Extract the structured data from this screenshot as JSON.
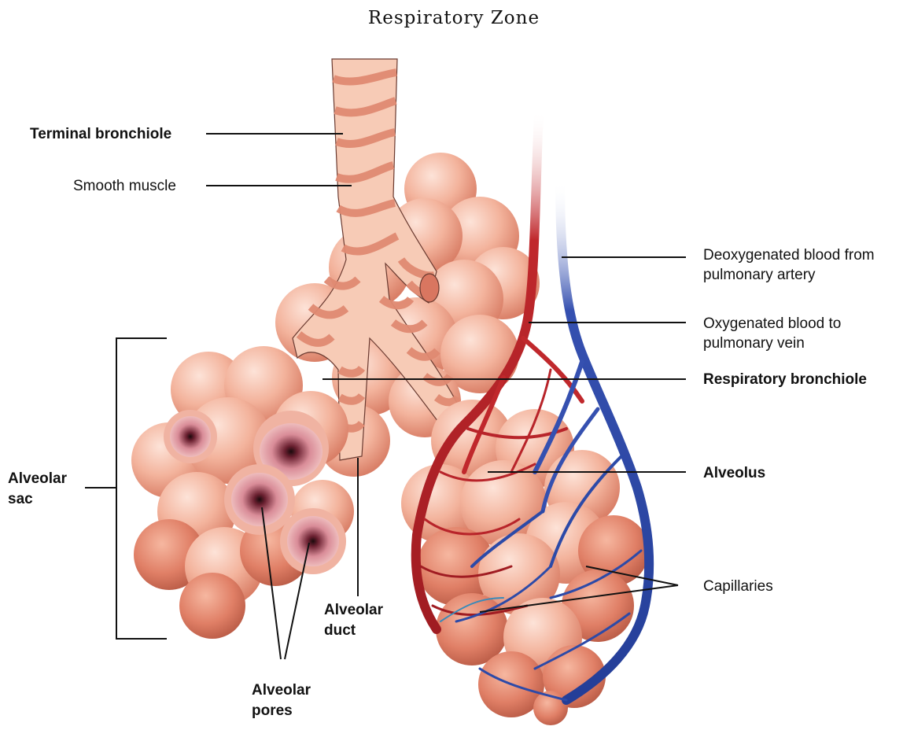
{
  "title": "Respiratory Zone",
  "labels": {
    "terminal_bronchiole": "Terminal bronchiole",
    "smooth_muscle": "Smooth muscle",
    "deoxygenated_1": "Deoxygenated blood from",
    "deoxygenated_2": "pulmonary artery",
    "oxygenated_1": "Oxygenated blood to",
    "oxygenated_2": "pulmonary vein",
    "respiratory_bronchiole": "Respiratory bronchiole",
    "alveolus": "Alveolus",
    "capillaries": "Capillaries",
    "alveolar_sac_1": "Alveolar",
    "alveolar_sac_2": "sac",
    "alveolar_duct_1": "Alveolar",
    "alveolar_duct_2": "duct",
    "alveolar_pores_1": "Alveolar",
    "alveolar_pores_2": "pores"
  },
  "colors": {
    "alveoli": "#f0a890",
    "bronchiole": "#f6c6b0",
    "smooth_muscle_band": "#e08a72",
    "artery_oxygenated": "#c0282c",
    "vein_deoxygenated": "#2c4aa8"
  }
}
